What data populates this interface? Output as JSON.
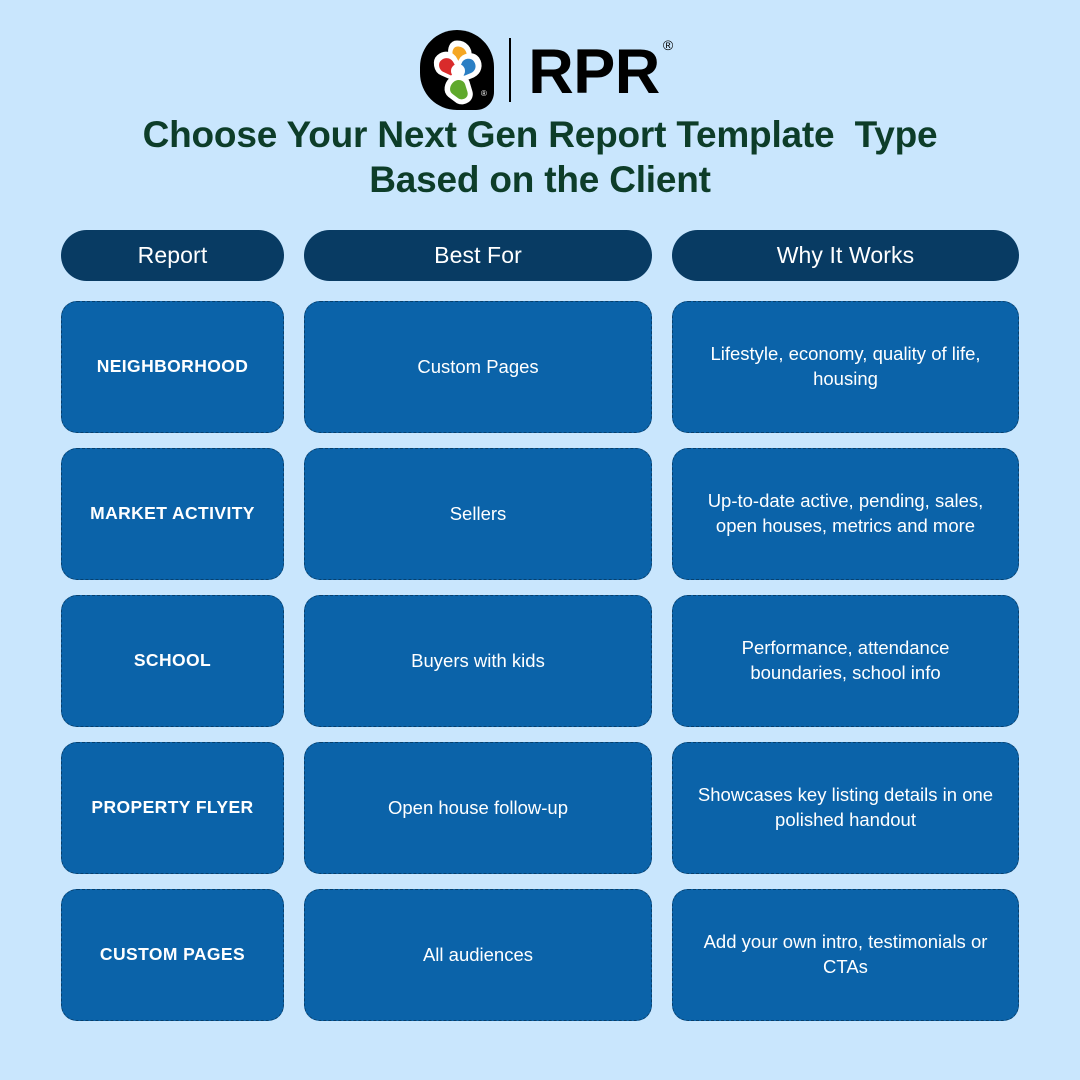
{
  "brand": {
    "logo_icon": "rpr-pinwheel-logo-icon",
    "wordmark": "RPR",
    "registered_symbol": "®",
    "colors": {
      "background": "#c9e6fd",
      "header_pill": "#083b63",
      "card": "#0b63a9",
      "title_text": "#0d3d29",
      "petal_yellow": "#f5a623",
      "petal_red": "#d92b2b",
      "petal_blue": "#2b7fc4",
      "petal_green": "#5fa92c",
      "logo_black": "#000000",
      "card_text": "#ffffff"
    }
  },
  "title": "Choose Your Next Gen Report Template  Type\nBased on the Client",
  "table": {
    "headers": [
      "Report",
      "Best For",
      "Why It Works"
    ],
    "rows": [
      {
        "report": "NEIGHBORHOOD",
        "best_for": "Custom Pages",
        "why_it_works": "Lifestyle, economy, quality of life, housing"
      },
      {
        "report": "MARKET ACTIVITY",
        "best_for": "Sellers",
        "why_it_works": "Up-to-date active, pending, sales, open houses, metrics and more"
      },
      {
        "report": "SCHOOL",
        "best_for": "Buyers with kids",
        "why_it_works": "Performance, attendance boundaries, school info"
      },
      {
        "report": "PROPERTY FLYER",
        "best_for": "Open house follow-up",
        "why_it_works": "Showcases key listing details in one polished handout"
      },
      {
        "report": "CUSTOM PAGES",
        "best_for": "All audiences",
        "why_it_works": "Add your own intro, testimonials or CTAs"
      }
    ]
  }
}
